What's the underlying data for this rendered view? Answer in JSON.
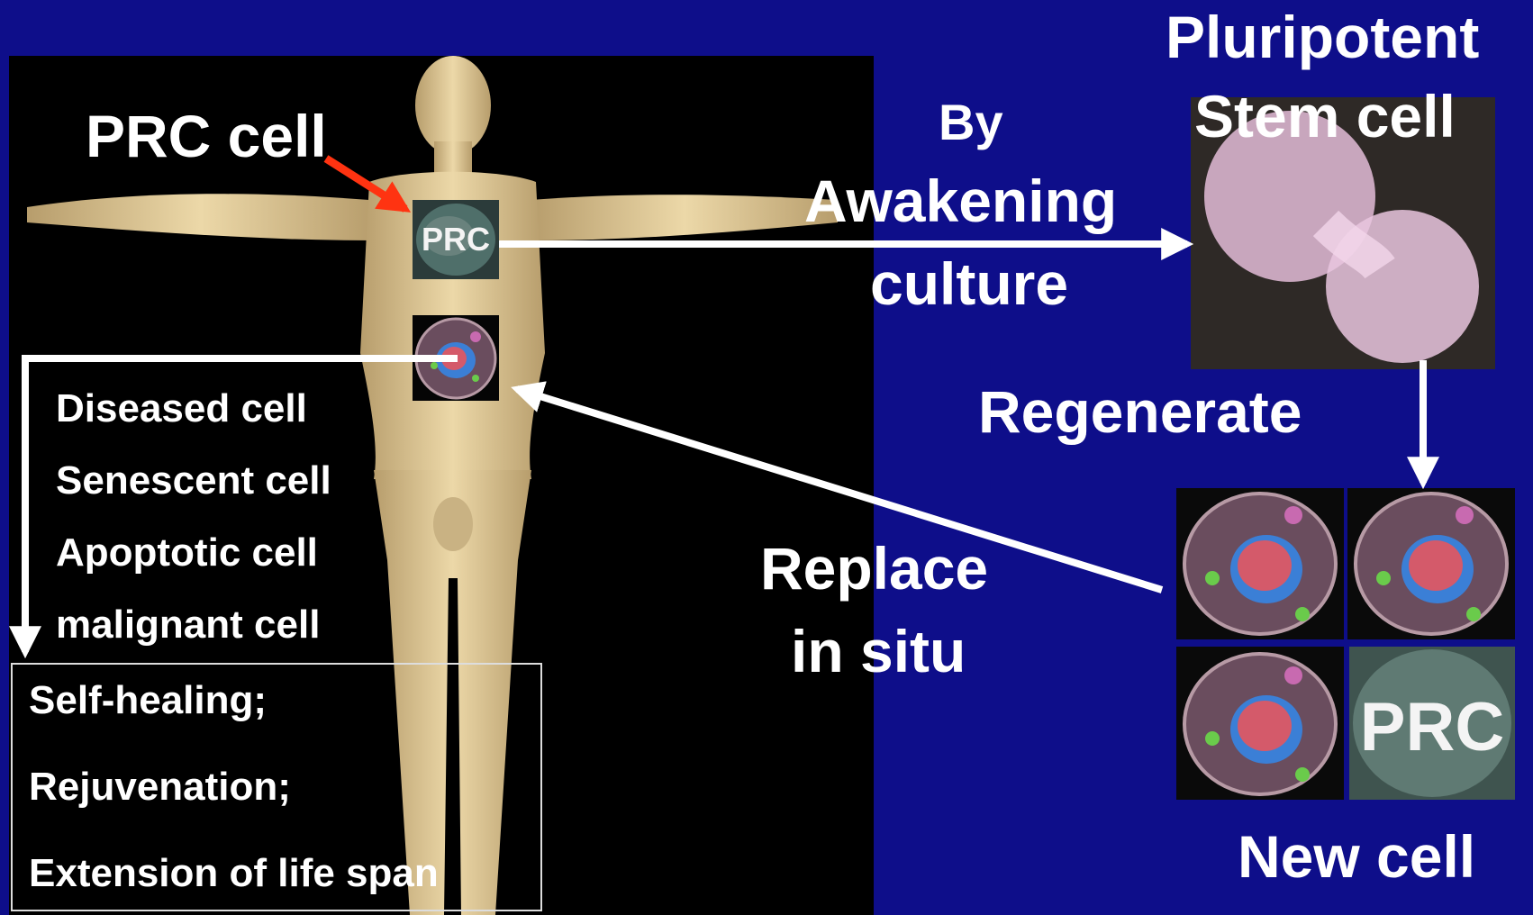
{
  "labels": {
    "prc_cell": "PRC cell",
    "by_awakening_culture": [
      "By",
      "Awakening",
      "culture"
    ],
    "pluripotent_stem_cell": [
      "Pluripotent",
      "Stem cell"
    ],
    "regenerate": "Regenerate",
    "replace_in_situ": [
      "Replace",
      "in situ"
    ],
    "new_cell": "New cell"
  },
  "damaged_cells": [
    "Diseased cell",
    "Senescent cell",
    "Apoptotic cell",
    "malignant  cell"
  ],
  "outcomes": [
    "Self-healing;",
    "Rejuvenation;",
    "Extension of life span"
  ],
  "prc_badge_text": "PRC",
  "colors": {
    "background": "#0e0e8a",
    "panel": "#000000",
    "skin": "#e3cd9c",
    "red_arrow": "#ff3311",
    "arrow": "#ffffff"
  }
}
